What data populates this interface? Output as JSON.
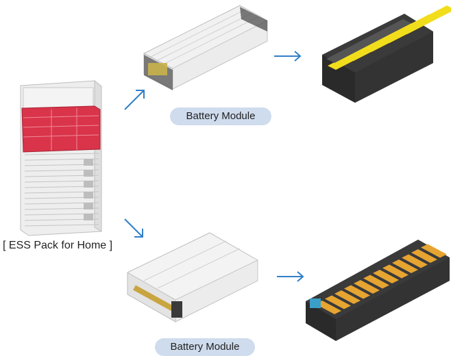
{
  "pack": {
    "caption": "[ ESS Pack for Home ]",
    "highlight_color": "#d9344a"
  },
  "modules": [
    {
      "label": "Battery Module"
    },
    {
      "label": "Battery Module"
    }
  ],
  "colors": {
    "arrow": "#2f7fc8",
    "pill": "#cfdced",
    "cell_top_yellow": "#f2dd1c",
    "cell_top_orange": "#e6a431",
    "frame_dark": "#3a3a3a"
  }
}
